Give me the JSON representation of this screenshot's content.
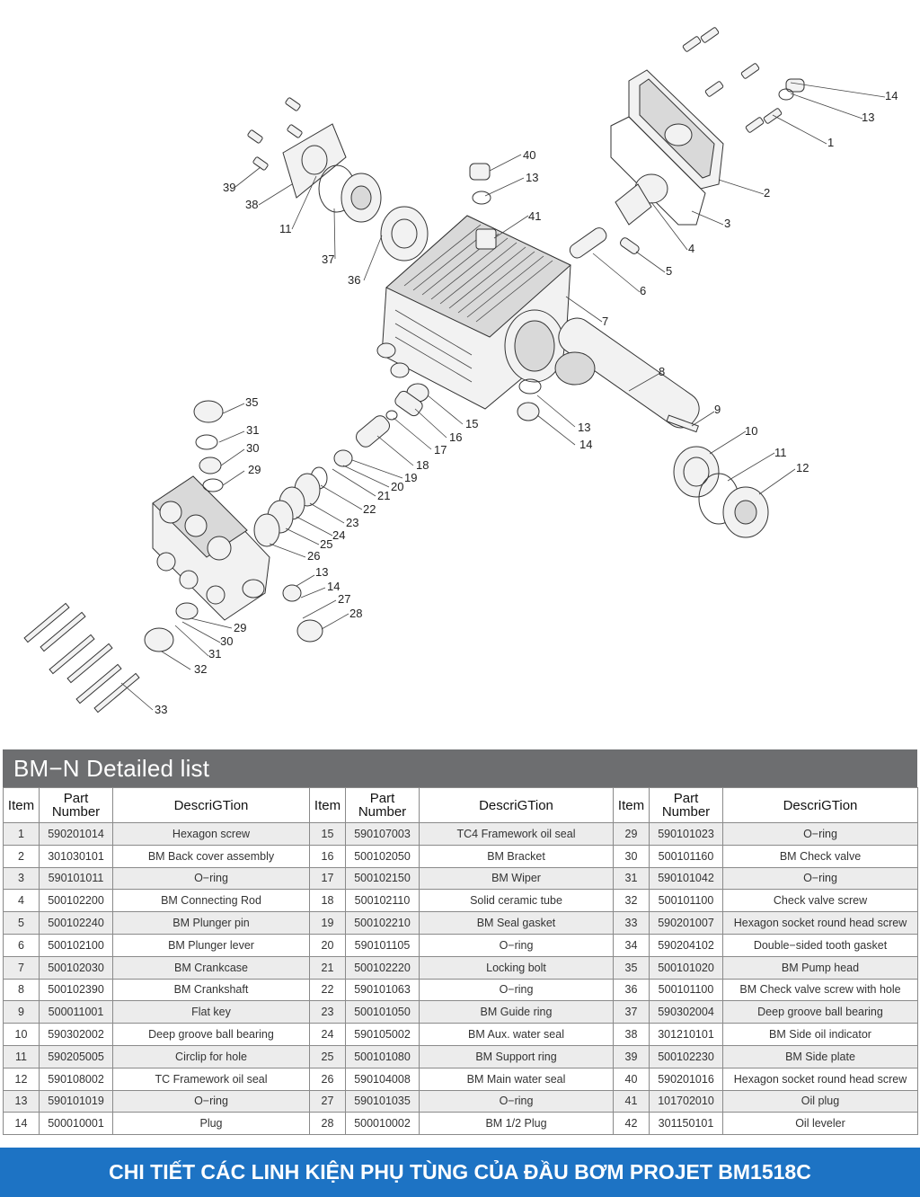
{
  "diagram": {
    "callouts": [
      "1",
      "2",
      "3",
      "4",
      "5",
      "6",
      "7",
      "8",
      "9",
      "10",
      "11",
      "12",
      "13",
      "14",
      "13",
      "14",
      "15",
      "16",
      "17",
      "18",
      "19",
      "20",
      "21",
      "22",
      "23",
      "24",
      "25",
      "26",
      "27",
      "28",
      "29",
      "30",
      "31",
      "32",
      "33",
      "35",
      "31",
      "30",
      "29",
      "13",
      "14",
      "36",
      "37",
      "38",
      "39",
      "11",
      "40",
      "13",
      "41"
    ]
  },
  "list": {
    "title": "BM−N Detailed list",
    "headers": {
      "item": "Item",
      "part_line1": "Part",
      "part_line2": "Number",
      "description": "DescriGTion"
    },
    "rows": [
      [
        [
          "1",
          "590201014",
          "Hexagon screw"
        ],
        [
          "15",
          "590107003",
          "TC4 Framework oil seal"
        ],
        [
          "29",
          "590101023",
          "O−ring"
        ]
      ],
      [
        [
          "2",
          "301030101",
          "BM Back cover assembly"
        ],
        [
          "16",
          "500102050",
          "BM Bracket"
        ],
        [
          "30",
          "500101160",
          "BM Check valve"
        ]
      ],
      [
        [
          "3",
          "590101011",
          "O−ring"
        ],
        [
          "17",
          "500102150",
          "BM Wiper"
        ],
        [
          "31",
          "590101042",
          "O−ring"
        ]
      ],
      [
        [
          "4",
          "500102200",
          "BM Connecting Rod"
        ],
        [
          "18",
          "500102110",
          "Solid ceramic tube"
        ],
        [
          "32",
          "500101100",
          "Check valve screw"
        ]
      ],
      [
        [
          "5",
          "500102240",
          "BM Plunger pin"
        ],
        [
          "19",
          "500102210",
          "BM Seal gasket"
        ],
        [
          "33",
          "590201007",
          "Hexagon socket round head screw"
        ]
      ],
      [
        [
          "6",
          "500102100",
          "BM Plunger lever"
        ],
        [
          "20",
          "590101105",
          "O−ring"
        ],
        [
          "34",
          "590204102",
          "Double−sided tooth gasket"
        ]
      ],
      [
        [
          "7",
          "500102030",
          "BM Crankcase"
        ],
        [
          "21",
          "500102220",
          "Locking bolt"
        ],
        [
          "35",
          "500101020",
          "BM Pump head"
        ]
      ],
      [
        [
          "8",
          "500102390",
          "BM Crankshaft"
        ],
        [
          "22",
          "590101063",
          "O−ring"
        ],
        [
          "36",
          "500101100",
          "BM Check valve screw with hole"
        ]
      ],
      [
        [
          "9",
          "500011001",
          "Flat key"
        ],
        [
          "23",
          "500101050",
          "BM Guide ring"
        ],
        [
          "37",
          "590302004",
          "Deep groove ball bearing"
        ]
      ],
      [
        [
          "10",
          "590302002",
          "Deep groove ball bearing"
        ],
        [
          "24",
          "590105002",
          "BM Aux. water seal"
        ],
        [
          "38",
          "301210101",
          "BM Side oil indicator"
        ]
      ],
      [
        [
          "11",
          "590205005",
          "Circlip for hole"
        ],
        [
          "25",
          "500101080",
          "BM Support ring"
        ],
        [
          "39",
          "500102230",
          "BM Side plate"
        ]
      ],
      [
        [
          "12",
          "590108002",
          "TC Framework oil seal"
        ],
        [
          "26",
          "590104008",
          "BM Main water seal"
        ],
        [
          "40",
          "590201016",
          "Hexagon socket round head screw"
        ]
      ],
      [
        [
          "13",
          "590101019",
          "O−ring"
        ],
        [
          "27",
          "590101035",
          "O−ring"
        ],
        [
          "41",
          "101702010",
          "Oil plug"
        ]
      ],
      [
        [
          "14",
          "500010001",
          "Plug"
        ],
        [
          "28",
          "500010002",
          "BM 1/2 Plug"
        ],
        [
          "42",
          "301150101",
          "Oil leveler"
        ]
      ]
    ]
  },
  "footer": {
    "text": "CHI TIẾT CÁC LINH KIỆN PHỤ TÙNG CỦA ĐẦU BƠM PROJET BM1518C"
  }
}
